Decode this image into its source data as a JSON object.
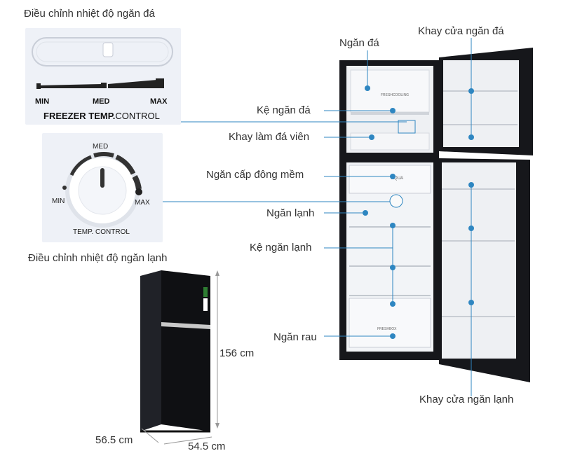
{
  "freezer_control": {
    "title": "Điều chỉnh nhiệt độ ngăn đá",
    "min": "MIN",
    "med": "MED",
    "max": "MAX",
    "caption_bold": "FREEZER TEMP.",
    "caption_rest": "CONTROL"
  },
  "fridge_control": {
    "title": "Điều chỉnh nhiệt độ ngăn lạnh",
    "min": "MIN",
    "med": "MED",
    "max": "MAX",
    "caption": "TEMP. CONTROL"
  },
  "dimensions": {
    "height": "156 cm",
    "depth": "56.5 cm",
    "width": "54.5 cm"
  },
  "callouts": {
    "ngan_da": "Ngăn đá",
    "khay_cua_ngan_da": "Khay cửa ngăn đá",
    "ke_ngan_da": "Kệ ngăn đá",
    "khay_lam_da": "Khay làm đá viên",
    "ngan_cap_dong": "Ngăn cấp đông mềm",
    "ngan_lanh": "Ngăn lạnh",
    "ke_ngan_lanh": "Kệ ngăn lạnh",
    "ngan_rau": "Ngăn rau",
    "khay_cua_ngan_lanh": "Khay cửa ngăn lạnh"
  },
  "fridge_labels": {
    "freezer_shelf_tag": "FRESHCOOLING",
    "crisper_tag": "FRESHBOX",
    "brand_tag": "AQUA"
  },
  "colors": {
    "callout_line": "#2e86c1",
    "callout_dot": "#2e86c1",
    "fridge_body": "#16171b",
    "panel_bg": "#eef1f7"
  }
}
